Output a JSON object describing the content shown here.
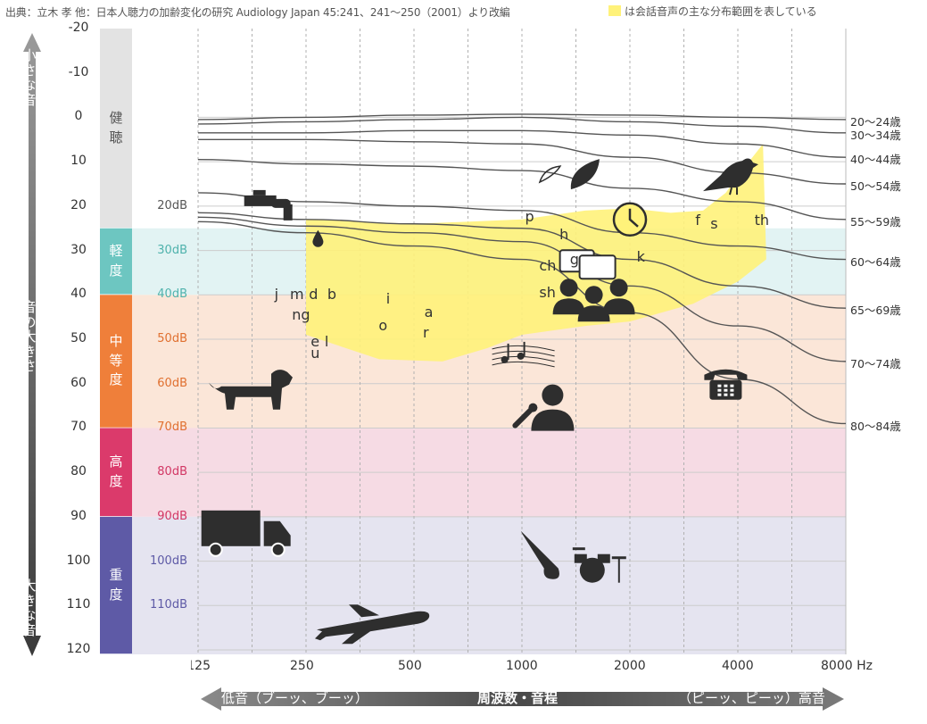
{
  "header": {
    "source": "出典：立木 孝 他：日本人聴力の加齢変化の研究 Audiology Japan 45:241、241〜250（2001）より改編",
    "legend_text": "は会話音声の主な分布範囲を表している"
  },
  "colors": {
    "speech_banana": "#fff27a",
    "band_normal": "#e3e3e3",
    "band_mild": "#6dc6c1",
    "band_moderate": "#ef7f3a",
    "band_severe": "#db3a6b",
    "band_profound": "#5e5aa6",
    "bg_mild": "#e2f3f3",
    "bg_moderate": "#fbe6d8",
    "bg_severe": "#f6dbe4",
    "bg_profound": "#e5e4f0"
  },
  "y_axis": {
    "top_label": "小さな音",
    "middle_label": "音の大きさ",
    "bottom_label": "大きな音"
  },
  "x_axis": {
    "left_label": "低音（ブーッ、ブーッ）",
    "center_label": "周波数・音程",
    "right_label": "（ピーッ、ピーッ）高音"
  },
  "bands": [
    {
      "name": "健聴",
      "from": -20,
      "to": 25
    },
    {
      "name": "軽度",
      "from": 25,
      "to": 40
    },
    {
      "name": "中等度",
      "from": 40,
      "to": 70
    },
    {
      "name": "高度",
      "from": 70,
      "to": 90
    },
    {
      "name": "重度",
      "from": 90,
      "to": 121
    }
  ],
  "db_labels": [
    {
      "text": "20dB",
      "value": 20,
      "color": "#555555"
    },
    {
      "text": "30dB",
      "value": 30,
      "color": "#4fb2ac"
    },
    {
      "text": "40dB",
      "value": 40,
      "color": "#4fb2ac"
    },
    {
      "text": "50dB",
      "value": 50,
      "color": "#e07030"
    },
    {
      "text": "60dB",
      "value": 60,
      "color": "#e07030"
    },
    {
      "text": "70dB",
      "value": 70,
      "color": "#e07030"
    },
    {
      "text": "80dB",
      "value": 80,
      "color": "#d23865"
    },
    {
      "text": "90dB",
      "value": 90,
      "color": "#d23865"
    },
    {
      "text": "100dB",
      "value": 100,
      "color": "#5e5aa6"
    },
    {
      "text": "110dB",
      "value": 110,
      "color": "#5e5aa6"
    }
  ],
  "phonemes": [
    {
      "t": "j",
      "f": 210,
      "db": 40
    },
    {
      "t": "m",
      "f": 232,
      "db": 40
    },
    {
      "t": "d",
      "f": 262,
      "db": 40
    },
    {
      "t": "b",
      "f": 295,
      "db": 40
    },
    {
      "t": "ng",
      "f": 235,
      "db": 44.5
    },
    {
      "t": "e",
      "f": 265,
      "db": 50.5
    },
    {
      "t": "u",
      "f": 265,
      "db": 53.3
    },
    {
      "t": "l",
      "f": 290,
      "db": 50.5
    },
    {
      "t": "o",
      "f": 410,
      "db": 47
    },
    {
      "t": "i",
      "f": 430,
      "db": 41
    },
    {
      "t": "a",
      "f": 550,
      "db": 44
    },
    {
      "t": "r",
      "f": 545,
      "db": 48.5
    },
    {
      "t": "p",
      "f": 1050,
      "db": 22.5
    },
    {
      "t": "h",
      "f": 1310,
      "db": 26.5
    },
    {
      "t": "ch",
      "f": 1150,
      "db": 33.5
    },
    {
      "t": "g",
      "f": 1400,
      "db": 32
    },
    {
      "t": "sh",
      "f": 1150,
      "db": 39.5
    },
    {
      "t": "k",
      "f": 2150,
      "db": 31.5
    },
    {
      "t": "f",
      "f": 3130,
      "db": 23.3
    },
    {
      "t": "s",
      "f": 3450,
      "db": 24
    },
    {
      "t": "th",
      "f": 4580,
      "db": 23.3
    }
  ],
  "chart_data": {
    "type": "line",
    "title": "",
    "xlabel": "周波数・音程",
    "ylabel": "音の大きさ",
    "x_scale": "log2",
    "x_ticks": [
      125,
      250,
      500,
      1000,
      2000,
      4000,
      8000
    ],
    "x_tick_labels": [
      "125",
      "250",
      "500",
      "1000",
      "2000",
      "4000",
      "8000 Hz"
    ],
    "xlim": [
      125,
      8000
    ],
    "y_ticks": [
      -20,
      -10,
      0,
      10,
      20,
      30,
      40,
      50,
      60,
      70,
      80,
      90,
      100,
      110,
      120
    ],
    "y_tick_labels": [
      "-20",
      "-10",
      "0",
      "10",
      "20",
      "30",
      "40",
      "50",
      "60",
      "70",
      "80",
      "90",
      "100",
      "110",
      "120"
    ],
    "ylim": [
      -20,
      121
    ],
    "y_inverted": true,
    "grid": true,
    "x": [
      125,
      250,
      500,
      1000,
      2000,
      4000,
      8000
    ],
    "series": [
      {
        "name": "20〜24歳",
        "values": [
          0.5,
          0,
          -0.5,
          -0.7,
          -0.5,
          0,
          0.5
        ]
      },
      {
        "name": "30〜34歳",
        "values": [
          1.5,
          1,
          0.5,
          0,
          1,
          2,
          3.5
        ]
      },
      {
        "name": "40〜44歳",
        "values": [
          3.5,
          3.5,
          3,
          3,
          4,
          6,
          9
        ]
      },
      {
        "name": "50〜54歳",
        "values": [
          5,
          5,
          5.5,
          6,
          9,
          12.5,
          15
        ]
      },
      {
        "name": "55〜59歳",
        "values": [
          9.5,
          10.5,
          11,
          12,
          16,
          19,
          23
        ]
      },
      {
        "name": "60〜64歳",
        "values": [
          17,
          19,
          20,
          21,
          26,
          29,
          32
        ]
      },
      {
        "name": "65〜69歳",
        "values": [
          21.5,
          23,
          24,
          25,
          32,
          38,
          43
        ]
      },
      {
        "name": "70〜74歳",
        "values": [
          22.5,
          24.5,
          26,
          28,
          38,
          47,
          55
        ]
      },
      {
        "name": "80〜84歳",
        "values": [
          23.5,
          26,
          29,
          32,
          44,
          59,
          69
        ]
      }
    ],
    "speech_area": {
      "name": "会話音声の主な分布範囲",
      "upper": {
        "x": [
          250,
          500,
          1000,
          1500,
          2000,
          2600,
          3200,
          3700,
          4200,
          4700
        ],
        "y": [
          23,
          24,
          23,
          21,
          20.5,
          21.5,
          21,
          17,
          11,
          6
        ]
      },
      "lower": {
        "x": [
          250,
          400,
          600,
          800,
          1000,
          1500,
          2000,
          3000,
          4000,
          4800
        ],
        "y": [
          49,
          54.5,
          55,
          52,
          49,
          47,
          46,
          42,
          37,
          32
        ]
      }
    },
    "icons": [
      {
        "name": "faucet-icon",
        "f": 180,
        "db": 20
      },
      {
        "name": "water-drop-icon",
        "f": 270,
        "db": 27
      },
      {
        "name": "leaf-icon",
        "f": 1450,
        "db": 13
      },
      {
        "name": "bird-icon",
        "f": 3800,
        "db": 13
      },
      {
        "name": "clock-icon",
        "f": 2000,
        "db": 23
      },
      {
        "name": "group-conversation-icon",
        "f": 1800,
        "db": 40
      },
      {
        "name": "dog-icon",
        "f": 200,
        "db": 61
      },
      {
        "name": "music-notes-icon",
        "f": 1100,
        "db": 55
      },
      {
        "name": "singer-icon",
        "f": 1150,
        "db": 65
      },
      {
        "name": "telephone-icon",
        "f": 3700,
        "db": 60
      },
      {
        "name": "truck-icon",
        "f": 180,
        "db": 93
      },
      {
        "name": "band-instruments-icon",
        "f": 1500,
        "db": 98
      },
      {
        "name": "airplane-icon",
        "f": 400,
        "db": 113
      }
    ]
  }
}
